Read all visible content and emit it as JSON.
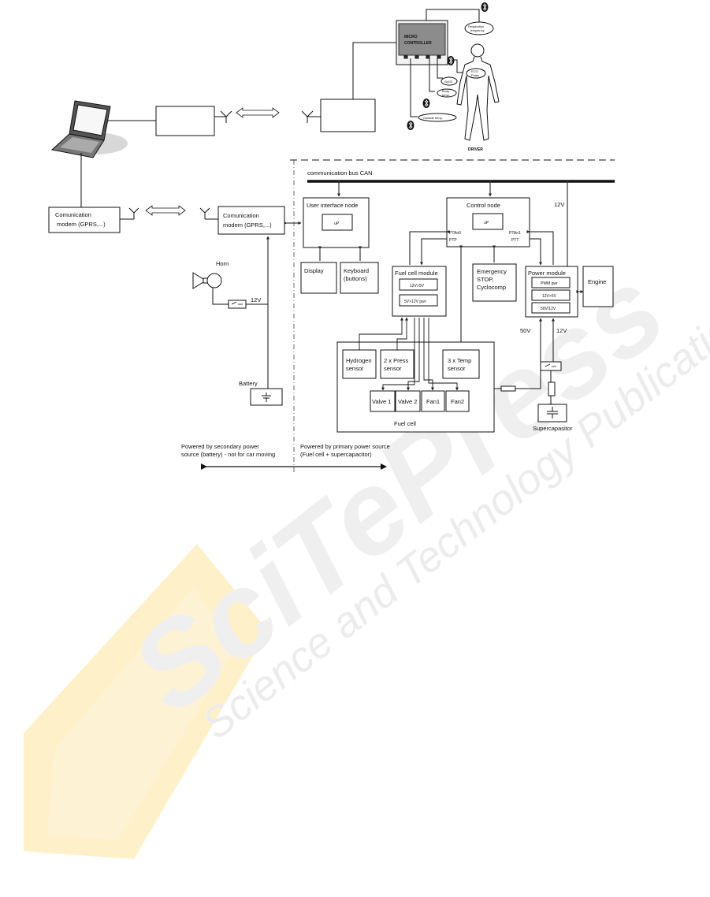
{
  "watermark": {
    "brand": "SciTePress",
    "tagline": "Science and Technology Publications",
    "colors": {
      "ribbon": "#fde7a6",
      "text": "#e4e4e4"
    }
  },
  "patient_monitor": {
    "microcontroller_line1": "MICRO",
    "microcontroller_line2": "CONTROLLER",
    "respiration_line1": "Respiration",
    "respiration_line2": "frequency",
    "ecg_line1": "ECG",
    "ecg_line2": "Pulse",
    "spo2": "SpO2",
    "body_temp_line1": "Body",
    "body_temp_line2": "temp.",
    "outside_temp": "Outside temp.",
    "driver": "DRIVER",
    "wireless_icon": "bluetooth-icon",
    "person_icon": "human-figure-icon"
  },
  "remote_side": {
    "laptop_icon": "laptop-icon",
    "modem_line1": "Comunication",
    "modem_line2": "modem (GPRS,...)"
  },
  "vehicle_modem": {
    "line1": "Comunication",
    "line2": "modem (GPRS,...)"
  },
  "bus": {
    "label": "communication bus CAN"
  },
  "user_interface_node": {
    "title": "User interface node",
    "chip": "uP"
  },
  "control_node": {
    "title": "Control node",
    "chip": "uP",
    "left_port_1": "PTAn0",
    "left_port_2": "PTP",
    "right_port_1": "PTAn1",
    "right_port_2": "PTT"
  },
  "display": {
    "label": "Display"
  },
  "keyboard": {
    "line1": "Keyboard",
    "line2": "(buttons)"
  },
  "horn": {
    "label": "Horn"
  },
  "battery": {
    "label": "Battery"
  },
  "voltage": {
    "horn_12v": "12V",
    "bus_12v": "12V",
    "pm_50v": "50V",
    "pm_12v": "12V"
  },
  "fuel_cell_module": {
    "title": "Fuel cell module",
    "conv1": "12V>5V",
    "conv2": "5V>12V pwr"
  },
  "emergency": {
    "line1": "Emergency",
    "line2": "STOP,",
    "line3": "Cyclocomp"
  },
  "power_module": {
    "title": "Power module",
    "conv1": "PWM pwr",
    "conv2": "12V>5V",
    "conv3": "50V/12V"
  },
  "engine": {
    "label": "Engine"
  },
  "fuel_cell": {
    "label": "Fuel cell",
    "hydrogen_line1": "Hydrogen",
    "hydrogen_line2": "sensor",
    "press_line1": "2 x Press",
    "press_line2": "sensor",
    "temp_line1": "3 x Temp",
    "temp_line2": "sensor",
    "valve1": "Valve 1",
    "valve2": "Valve 2",
    "fan1": "Fan1",
    "fan2": "Fan2"
  },
  "supercapacitor": {
    "label": "Supercapasitor"
  },
  "power_source": {
    "secondary_line1": "Powered by secondary power",
    "secondary_line2": "source (battery) - not for car moving",
    "primary_line1": "Powered by primary power source",
    "primary_line2": "(Fuel cell + supercapacitor)"
  }
}
